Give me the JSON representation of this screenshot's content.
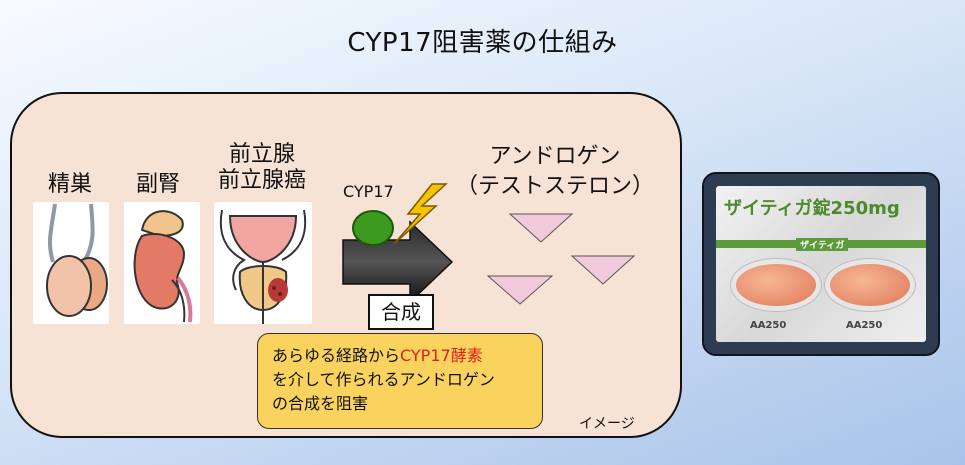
{
  "title": "CYP17阻害薬の仕組み",
  "organs": [
    {
      "label": "精巣"
    },
    {
      "label": "副腎"
    },
    {
      "label_line1": "前立腺",
      "label_line2": "前立腺癌"
    }
  ],
  "enzyme_label": "CYP17",
  "androgen": {
    "line1": "アンドロゲン",
    "line2": "（テストステロン）"
  },
  "synthesis_label": "合成",
  "info": {
    "before": "あらゆる経路から",
    "highlight": "CYP17酵素",
    "line2": "を介して作られるアンドロゲン",
    "line3": "の合成を阻害"
  },
  "image_note": "イメージ",
  "package": {
    "brand": "ザイティガ錠250mg",
    "strip_label": "ザイティガ",
    "pill_code_left": "AA250",
    "pill_code_right": "AA250"
  },
  "colors": {
    "panel": "#f7e2d6",
    "info_box": "#fad25e",
    "highlight_text": "#e0201e",
    "enzyme": "#3c9a1e",
    "lightning": "#f5c400",
    "androgen_triangle": "#f0c9da"
  }
}
